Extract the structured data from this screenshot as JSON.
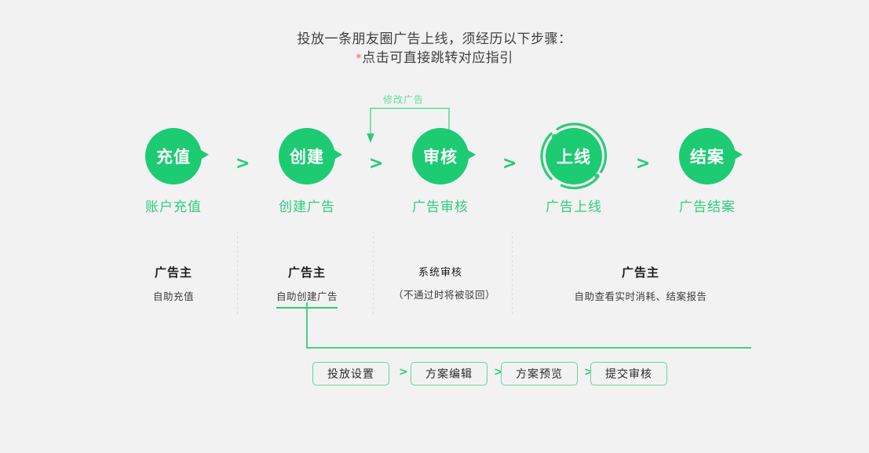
{
  "heading": {
    "line1": "投放一条朋友圈广告上线，须经历以下步骤：",
    "star": "*",
    "line2": "点击可直接跳转对应指引"
  },
  "colors": {
    "brand_green": "#1ccb72",
    "caption_green": "#2fce7f",
    "border_green": "#5fd89b",
    "asterisk_red": "#e96a6a",
    "background": "#f2f2f2",
    "divider_gray": "#dcdcdc"
  },
  "steps": [
    {
      "badge": "充值",
      "caption": "账户充值",
      "ring": false
    },
    {
      "badge": "创建",
      "caption": "创建广告",
      "ring": false
    },
    {
      "badge": "审核",
      "caption": "广告审核",
      "ring": false
    },
    {
      "badge": "上线",
      "caption": "广告上线",
      "ring": true
    },
    {
      "badge": "结案",
      "caption": "广告结案",
      "ring": false
    }
  ],
  "step_separators": [
    ">",
    ">",
    ">",
    ">"
  ],
  "feedback_arrow": {
    "label": "修改广告"
  },
  "roles": [
    {
      "who": "广告主",
      "what": "自助充值",
      "underlined": false
    },
    {
      "who": "广告主",
      "what": "自助创建广告",
      "underlined": true
    },
    {
      "who": "系统审核",
      "what": "（不通过时将被驳回）",
      "underlined": false
    },
    {
      "who": "广告主",
      "what": "自助查看实时消耗、结案报告",
      "underlined": false
    }
  ],
  "sub_flow": {
    "buttons": [
      {
        "label": "投放设置"
      },
      {
        "label": "方案编辑"
      },
      {
        "label": "方案预览"
      },
      {
        "label": "提交审核"
      }
    ],
    "separators": [
      ">",
      ">",
      ">"
    ]
  }
}
